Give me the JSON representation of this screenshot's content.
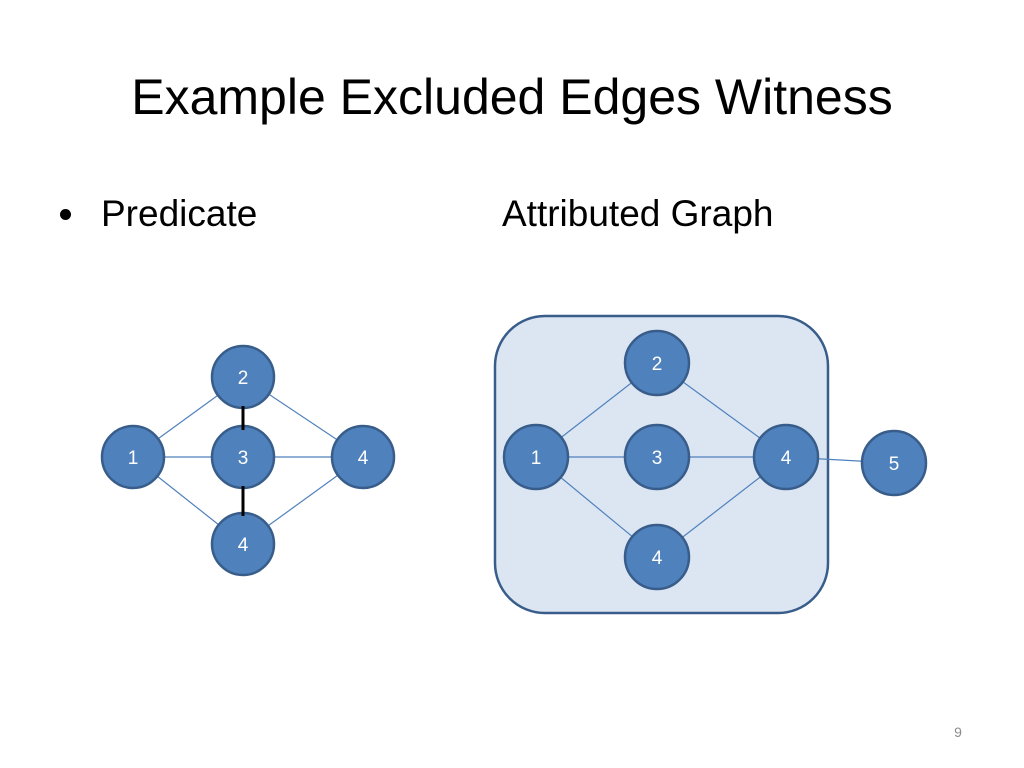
{
  "slide": {
    "title": "Example Excluded Edges Witness",
    "page_number": "9"
  },
  "predicate": {
    "label": "Predicate",
    "nodes": [
      {
        "id": "p1",
        "label": "1"
      },
      {
        "id": "p2",
        "label": "2"
      },
      {
        "id": "p3",
        "label": "3"
      },
      {
        "id": "p4r",
        "label": "4"
      },
      {
        "id": "p4b",
        "label": "4"
      }
    ],
    "edges": [
      {
        "from": "p1",
        "to": "p2"
      },
      {
        "from": "p1",
        "to": "p3"
      },
      {
        "from": "p1",
        "to": "p4b"
      },
      {
        "from": "p2",
        "to": "p4r"
      },
      {
        "from": "p3",
        "to": "p4r"
      },
      {
        "from": "p4b",
        "to": "p4r"
      }
    ],
    "excluded_edges": [
      {
        "from": "p2",
        "to": "p3"
      },
      {
        "from": "p3",
        "to": "p4b"
      }
    ]
  },
  "attributed_graph": {
    "label": "Attributed Graph",
    "nodes": [
      {
        "id": "g1",
        "label": "1"
      },
      {
        "id": "g2",
        "label": "2"
      },
      {
        "id": "g3",
        "label": "3"
      },
      {
        "id": "g4r",
        "label": "4"
      },
      {
        "id": "g4b",
        "label": "4"
      },
      {
        "id": "g5",
        "label": "5"
      }
    ],
    "edges": [
      {
        "from": "g1",
        "to": "g2"
      },
      {
        "from": "g1",
        "to": "g3"
      },
      {
        "from": "g1",
        "to": "g4b"
      },
      {
        "from": "g2",
        "to": "g4r"
      },
      {
        "from": "g3",
        "to": "g4r"
      },
      {
        "from": "g4b",
        "to": "g4r"
      },
      {
        "from": "g4r",
        "to": "g5"
      }
    ]
  },
  "colors": {
    "node_fill": "#4f81bd",
    "node_stroke": "#385d8a",
    "edge": "#4f81bd",
    "excluded_edge": "#000000",
    "frame_fill": "#dce6f2",
    "frame_stroke": "#385d8a"
  }
}
